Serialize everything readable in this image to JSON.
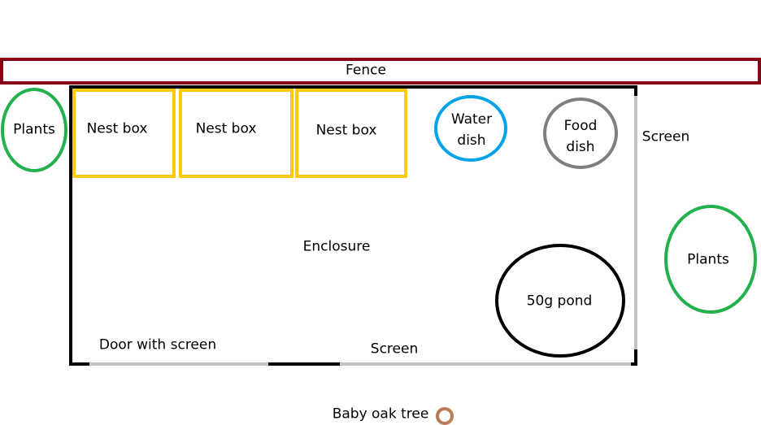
{
  "fence": {
    "label": "Fence",
    "color": "#880015"
  },
  "enclosure": {
    "label": "Enclosure",
    "wall_color": "#000000",
    "screen_color": "#c3c3c3"
  },
  "nest_boxes": {
    "color": "#ffc90e",
    "items": [
      {
        "label": "Nest box"
      },
      {
        "label": "Nest box"
      },
      {
        "label": "Nest box"
      }
    ]
  },
  "water_dish": {
    "line1": "Water",
    "line2": "dish",
    "color": "#00a2e8"
  },
  "food_dish": {
    "line1": "Food",
    "line2": "dish",
    "color": "#7f7f7f"
  },
  "pond": {
    "label": "50g pond",
    "color": "#000000"
  },
  "plants": {
    "color": "#22b14c",
    "left": {
      "label": "Plants"
    },
    "right": {
      "label": "Plants"
    }
  },
  "screens": {
    "right": {
      "label": "Screen"
    },
    "bottom": {
      "label": "Screen"
    },
    "door": {
      "label": "Door with screen"
    }
  },
  "oak_tree": {
    "label": "Baby oak tree",
    "color": "#b97a57"
  }
}
